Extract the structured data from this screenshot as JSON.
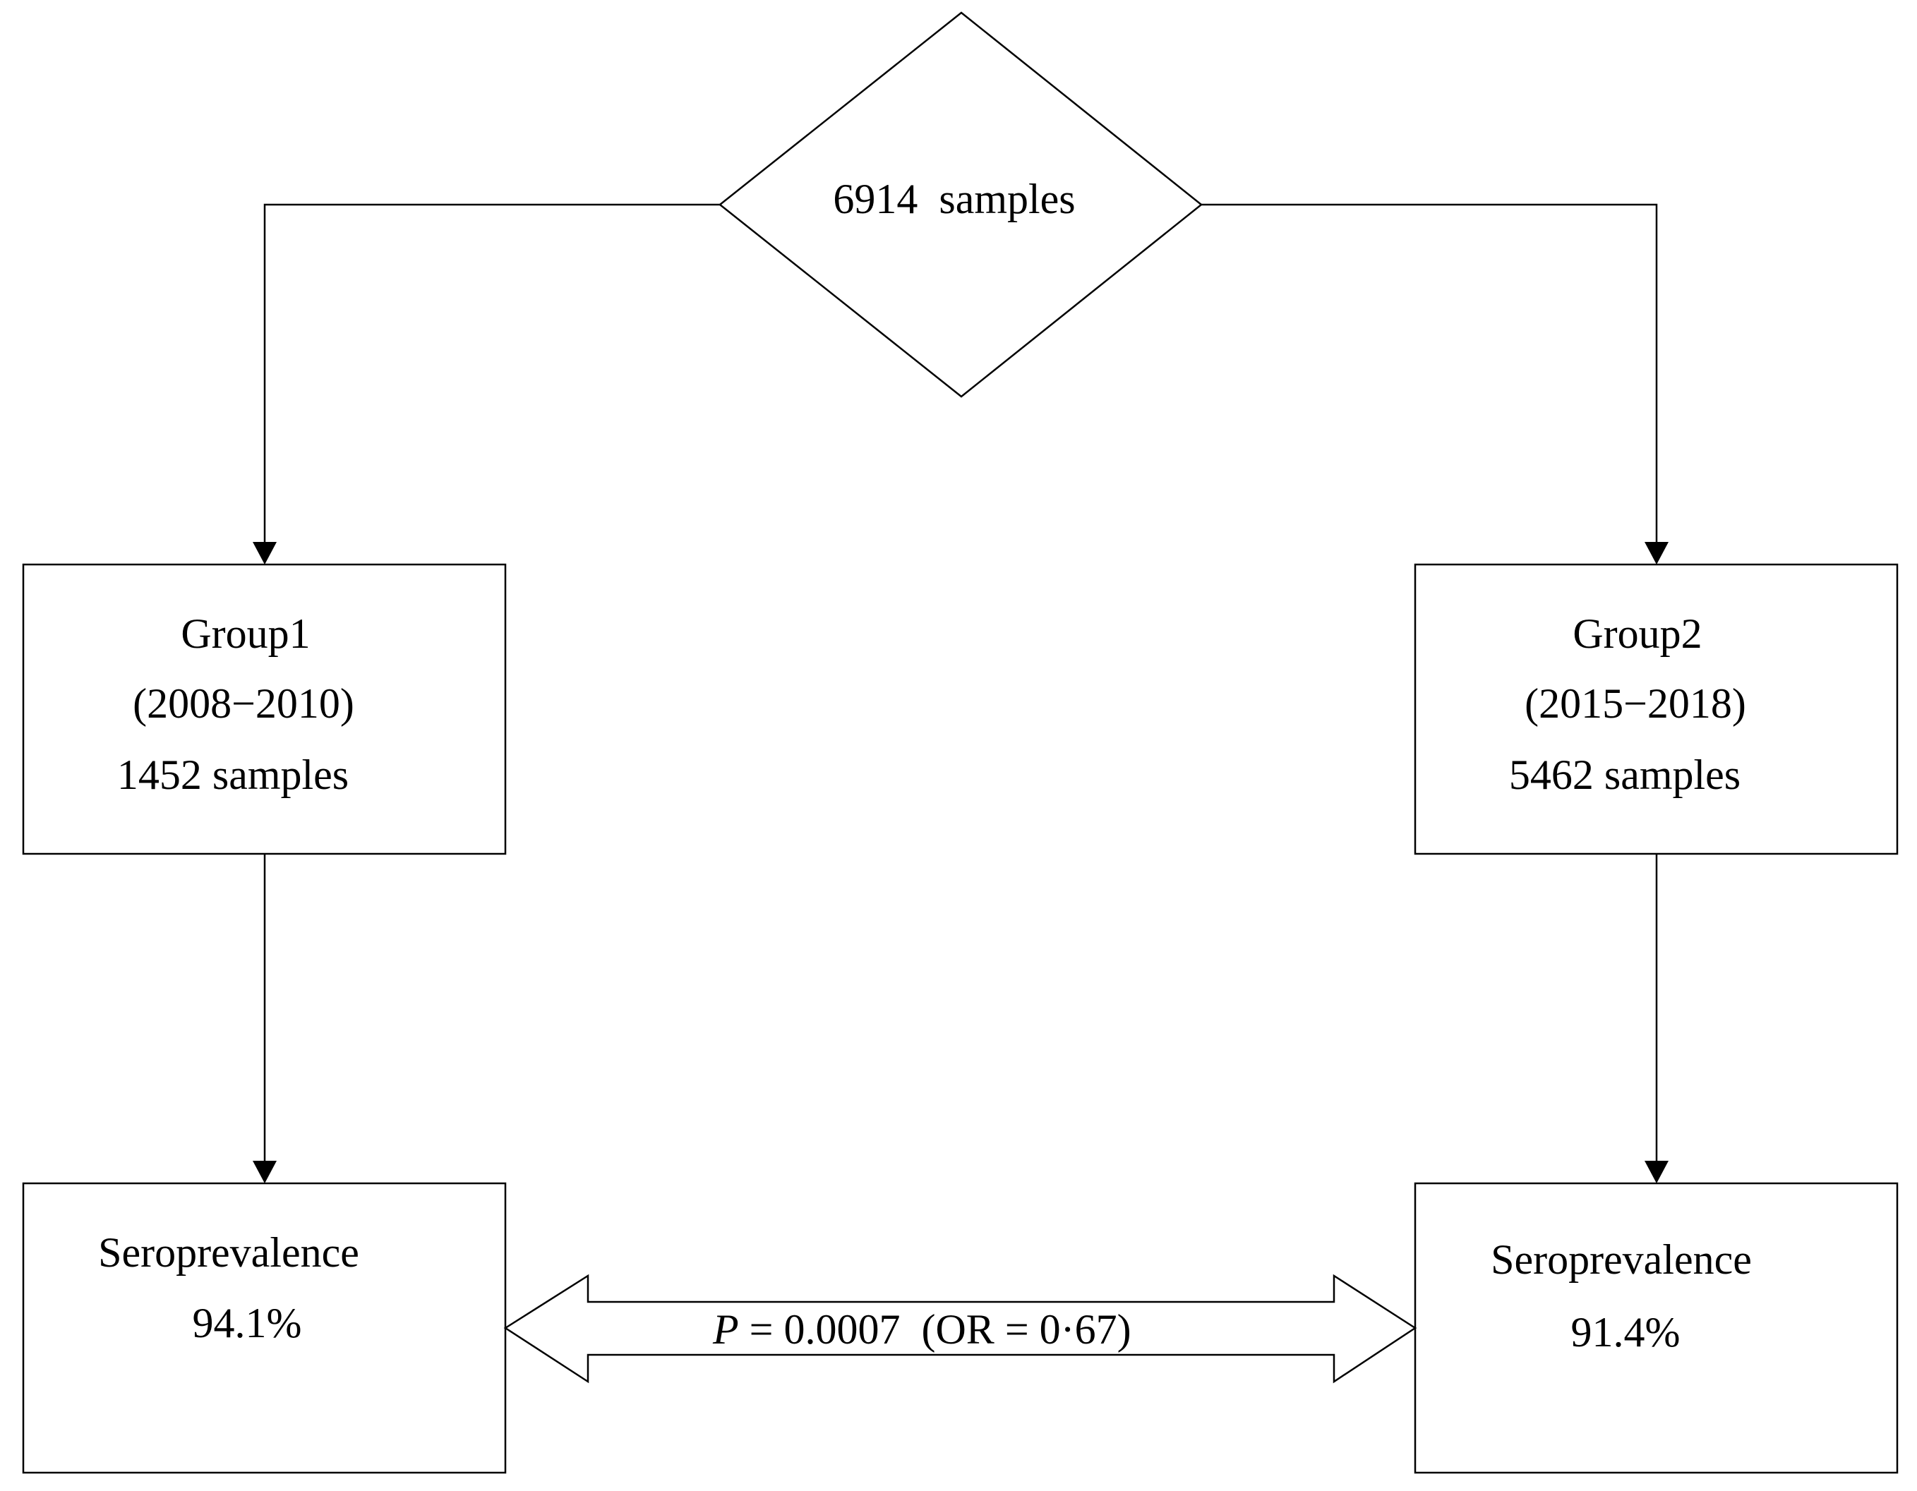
{
  "source": {
    "label": "6914  samples"
  },
  "groups": [
    {
      "name": "Group1",
      "period": "(2008−2010)",
      "samples": "1452 samples",
      "result_label": "Seroprevalence",
      "result_value": "94.1%"
    },
    {
      "name": "Group2",
      "period": "(2015−2018)",
      "samples": "5462 samples",
      "result_label": "Seroprevalence",
      "result_value": "91.4%"
    }
  ],
  "comparison": {
    "p_symbol": "P",
    "p_text": " = 0.0007  (OR = 0·67)"
  }
}
